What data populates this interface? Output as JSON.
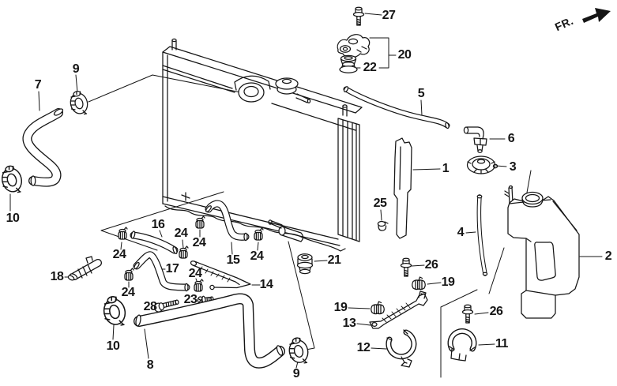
{
  "diagram": {
    "kind": "exploded-parts-line-drawing",
    "subject": "radiator, hoses and reserve tank",
    "background_color": "#ffffff",
    "line_color": "#151515",
    "direction_indicator": {
      "text": "FR.",
      "arrow": "fat-arrow-up-right"
    },
    "callouts": [
      {
        "label": "27",
        "depicts": "flange-bolt"
      },
      {
        "label": "20",
        "depicts": "mount-bracket"
      },
      {
        "label": "22",
        "depicts": "rubber-cushion"
      },
      {
        "label": "9",
        "depicts": "hose-band-clamp"
      },
      {
        "label": "7",
        "depicts": "upper-water-hose"
      },
      {
        "label": "5",
        "depicts": "reserve-tank-hose"
      },
      {
        "label": "6",
        "depicts": "elbow-joint"
      },
      {
        "label": "3",
        "depicts": "reserve-tank-cap"
      },
      {
        "label": "1",
        "depicts": "seal-plate"
      },
      {
        "label": "10",
        "depicts": "hose-band-clamp"
      },
      {
        "label": "25",
        "depicts": "small-plug"
      },
      {
        "label": "16",
        "depicts": "short-hose"
      },
      {
        "label": "24",
        "depicts": "hose-clip"
      },
      {
        "label": "24",
        "depicts": "hose-clip"
      },
      {
        "label": "2",
        "depicts": "reserve-tank"
      },
      {
        "label": "4",
        "depicts": "overflow-tube"
      },
      {
        "label": "24",
        "depicts": "hose-clip"
      },
      {
        "label": "15",
        "depicts": "bent-hose"
      },
      {
        "label": "24",
        "depicts": "hose-clip"
      },
      {
        "label": "21",
        "depicts": "drain-plug"
      },
      {
        "label": "17",
        "depicts": "bent-hose"
      },
      {
        "label": "26",
        "depicts": "flange-bolt"
      },
      {
        "label": "24",
        "depicts": "hose-clip"
      },
      {
        "label": "14",
        "depicts": "hairpin-pipe"
      },
      {
        "label": "18",
        "depicts": "hose-joint"
      },
      {
        "label": "19",
        "depicts": "tube-clip"
      },
      {
        "label": "24",
        "depicts": "hose-clip"
      },
      {
        "label": "23",
        "depicts": "small-bolt"
      },
      {
        "label": "28",
        "depicts": "screw"
      },
      {
        "label": "19",
        "depicts": "tube-clip"
      },
      {
        "label": "26",
        "depicts": "flange-bolt"
      },
      {
        "label": "13",
        "depicts": "stay-bracket"
      },
      {
        "label": "11",
        "depicts": "c-clamp"
      },
      {
        "label": "10",
        "depicts": "hose-band-clamp"
      },
      {
        "label": "12",
        "depicts": "c-clamp"
      },
      {
        "label": "8",
        "depicts": "lower-water-hose"
      },
      {
        "label": "9",
        "depicts": "hose-band-clamp"
      }
    ]
  }
}
